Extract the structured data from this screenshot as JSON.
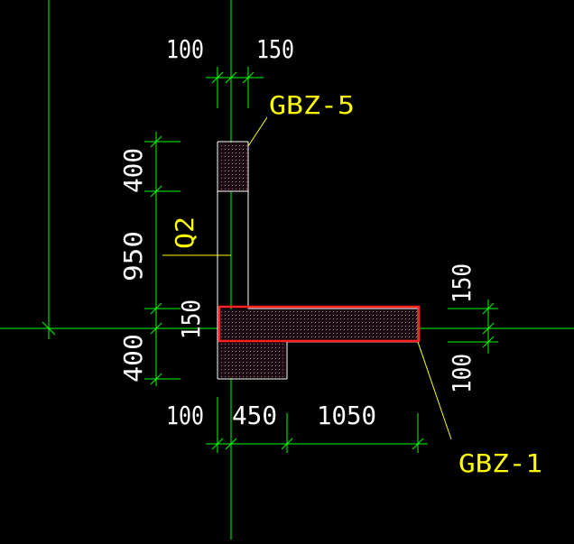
{
  "drawing": {
    "colors": {
      "background": "#000000",
      "dimension": "#00ff00",
      "wall": "#ffffff",
      "hatch": "#c86496",
      "label": "#ffff00",
      "selection": "#ff2020"
    },
    "labels": {
      "gbz5": "GBZ-5",
      "gbz1": "GBZ-1",
      "q2": "Q2"
    },
    "dims": {
      "top_left": "100",
      "top_right": "150",
      "left_400_top": "400",
      "left_950": "950",
      "left_150": "150",
      "left_400_bottom": "400",
      "bottom_100": "100",
      "bottom_450": "450",
      "bottom_1050": "1050",
      "right_150": "150",
      "right_100": "100"
    }
  }
}
